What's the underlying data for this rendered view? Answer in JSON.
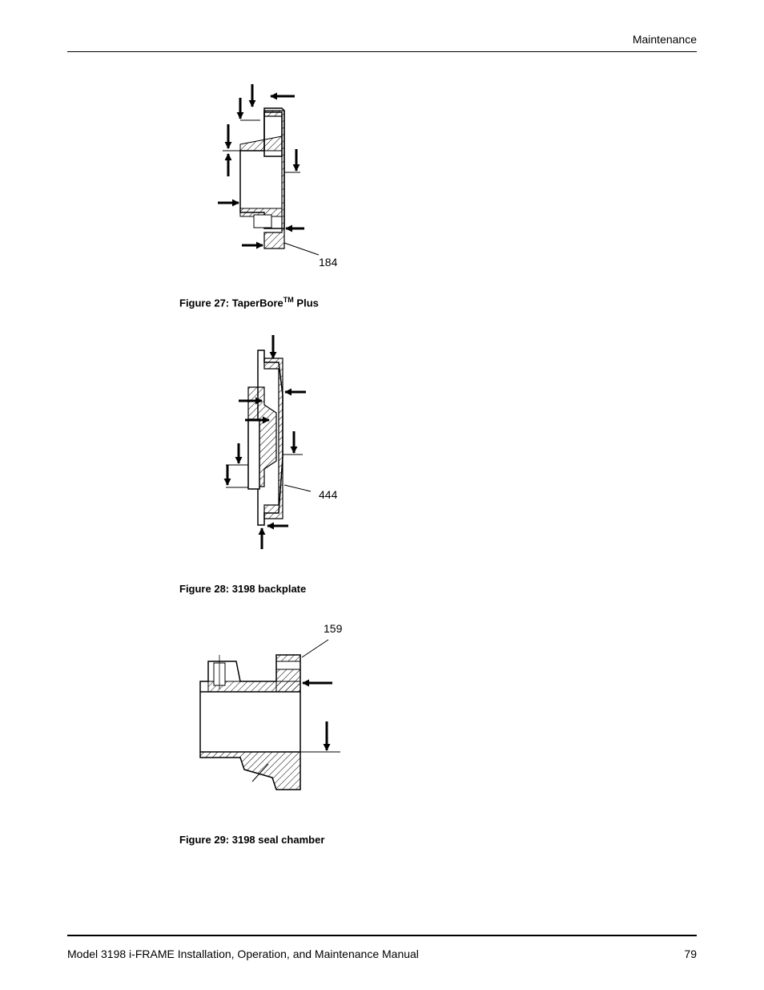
{
  "header": {
    "section": "Maintenance"
  },
  "figures": [
    {
      "callout": "184",
      "caption_prefix": "Figure 27: TaperBore",
      "caption_sup": "TM",
      "caption_suffix": " Plus"
    },
    {
      "callout": "444",
      "caption": "Figure 28: 3198 backplate"
    },
    {
      "callout": "159",
      "caption": "Figure 29: 3198 seal chamber"
    }
  ],
  "footer": {
    "manual_title": "Model 3198 i-FRAME Installation, Operation, and Maintenance Manual",
    "page_number": "79"
  }
}
